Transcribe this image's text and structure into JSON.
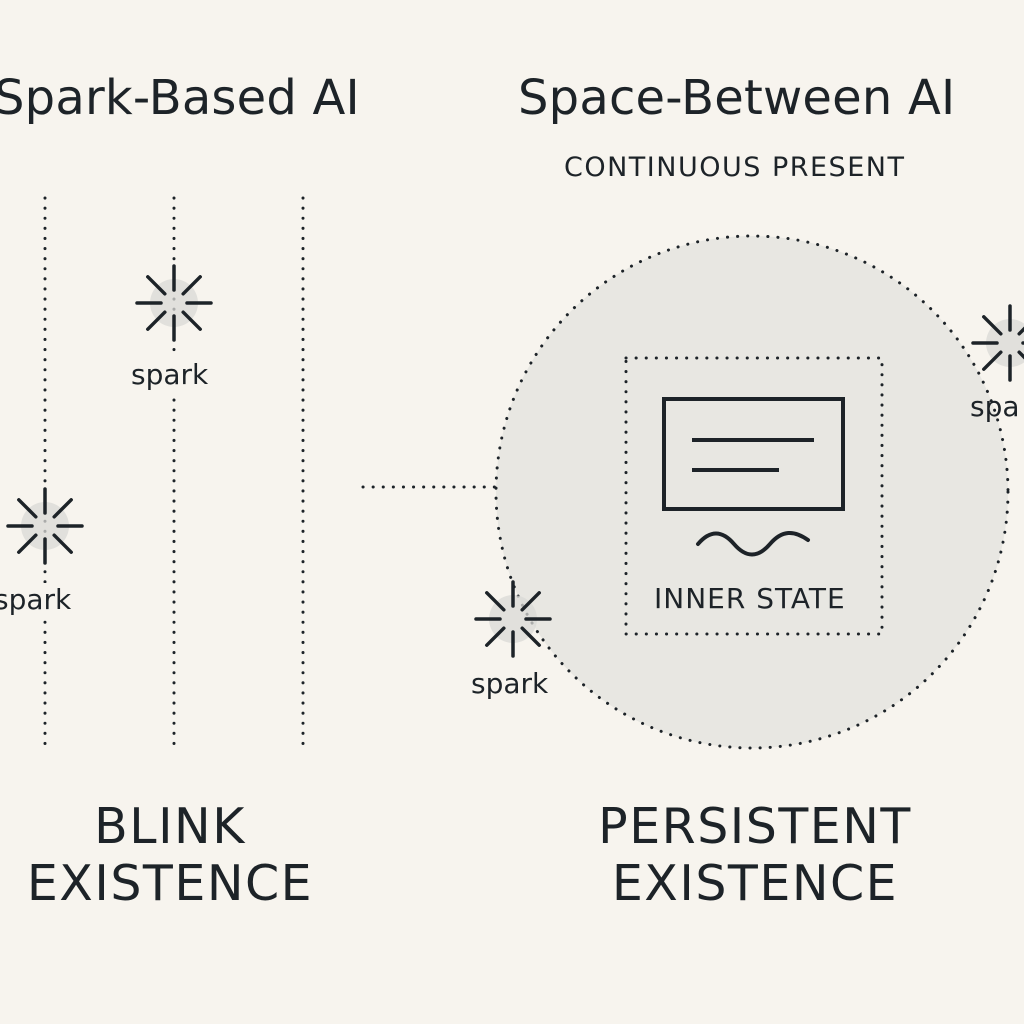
{
  "left": {
    "title": "Spark-Based AI",
    "spark_labels": [
      "spark",
      "spark"
    ],
    "footer_line1": "BLINK",
    "footer_line2": "EXISTENCE"
  },
  "right": {
    "title": "Space-Between AI",
    "subtitle": "CONTINUOUS PRESENT",
    "inner_label": "INNER STATE",
    "spark_labels": [
      "spark",
      "spa"
    ],
    "footer_line1": "PERSISTENT",
    "footer_line2": "EXISTENCE"
  },
  "colors": {
    "background": "#f7f4ee",
    "ink": "#1d2328",
    "circle_fill": "#e8e7e2",
    "spark_glow": "#d9d9d5"
  },
  "icons": [
    "spark-icon",
    "document-icon",
    "wave-icon"
  ]
}
